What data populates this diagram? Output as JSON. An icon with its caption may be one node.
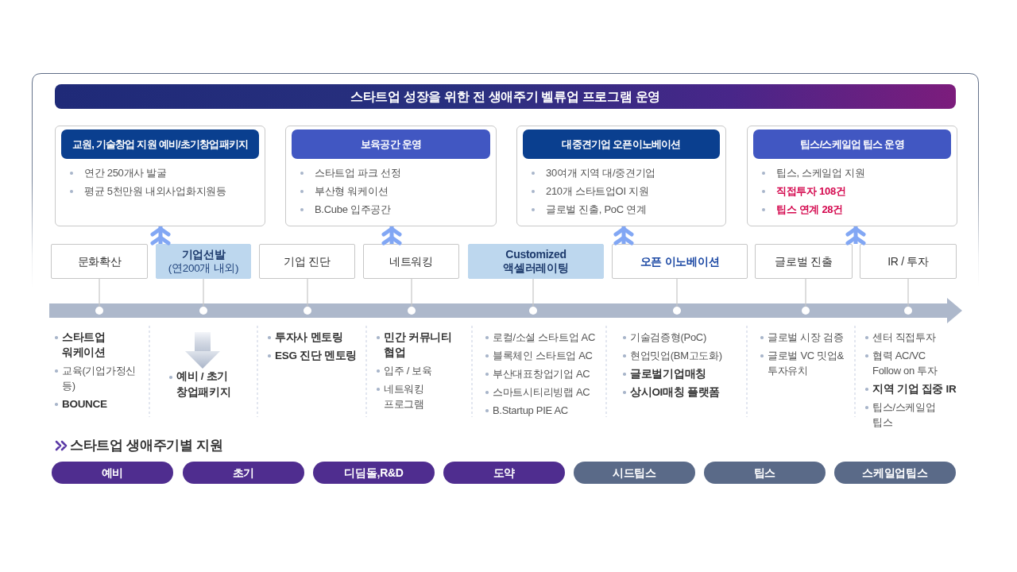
{
  "diagram": {
    "nodes": [
      {
        "text": [
          "스타트업 성장을 위한 전 생애주기 벨류업 프로그램 운영"
        ]
      },
      {
        "text": [
          "교원, 기술창업 지원 예비/초기창업패키지",
          "연간 250개사 발굴",
          "평균 5천만원 내외사업화지원등"
        ],
        "in": 0
      },
      {
        "text": [
          "보육공간 운영",
          "스타트업 파크 선정",
          "부산형 워케이션",
          "B.Cube 입주공간"
        ],
        "in": 0
      },
      {
        "text": [
          "대중견기업 오픈이노베이션",
          "30여개 지역 대/중견기업",
          "210개 스타트업OI 지원",
          "글로벌 진출, PoC 연계"
        ],
        "in": 0
      },
      {
        "text": [
          "팁스/스케일업 팁스 운영",
          "팁스, 스케일업 지원",
          "직접투자 108건",
          "팁스 연계 28건"
        ],
        "in": 0
      },
      {
        "text": [
          "문화확산"
        ],
        "in": 0
      },
      {
        "text": [
          "기업선발",
          "(연200개 내외)"
        ],
        "in": 0
      },
      {
        "text": [
          "기업 진단"
        ],
        "in": 0
      },
      {
        "text": [
          "네트워킹"
        ],
        "in": 0
      },
      {
        "text": [
          "Customized 액셀러레이팅"
        ],
        "in": 0
      },
      {
        "text": [
          "오픈 이노베이션"
        ],
        "in": 0
      },
      {
        "text": [
          "글로벌 진출"
        ],
        "in": 0
      },
      {
        "text": [
          "IR / 투자"
        ],
        "in": 0
      },
      {
        "text": [],
        "shape": "arrow"
      },
      {
        "text": [],
        "shape": "circle",
        "in": 13
      },
      {
        "text": [],
        "shape": "circle",
        "in": 13
      },
      {
        "text": [],
        "shape": "circle",
        "in": 13
      },
      {
        "text": [],
        "shape": "circle",
        "in": 13
      },
      {
        "text": [],
        "shape": "circle",
        "in": 13
      },
      {
        "text": [],
        "shape": "circle",
        "in": 13
      },
      {
        "text": [],
        "shape": "circle",
        "in": 13
      },
      {
        "text": [],
        "shape": "circle",
        "in": 13
      },
      {
        "text": [
          "예비 / 초기 창업패키지"
        ]
      },
      {
        "text": [
          "예비"
        ]
      },
      {
        "text": [
          "초기"
        ]
      },
      {
        "text": [
          "디딤돌,R&D"
        ]
      },
      {
        "text": [
          "도약"
        ]
      },
      {
        "text": [
          "시드팁스"
        ]
      },
      {
        "text": [
          "팁스"
        ]
      },
      {
        "text": [
          "스케일업팁스"
        ]
      }
    ],
    "edges": [
      {
        "from": 6,
        "to": 1,
        "arrow": "to",
        "style": "thick",
        "color": "#82a7f4"
      },
      {
        "from": 8,
        "to": 2,
        "arrow": "to",
        "style": "thick",
        "color": "#82a7f4"
      },
      {
        "from": 10,
        "to": 3,
        "arrow": "to",
        "style": "thick",
        "color": "#82a7f4"
      },
      {
        "from": 12,
        "to": 4,
        "arrow": "to",
        "style": "thick",
        "color": "#82a7f4"
      },
      {
        "from": 5,
        "to": 14,
        "arrow": "none"
      },
      {
        "from": 6,
        "to": 15,
        "arrow": "none"
      },
      {
        "from": 7,
        "to": 16,
        "arrow": "none"
      },
      {
        "from": 8,
        "to": 17,
        "arrow": "none"
      },
      {
        "from": 9,
        "to": 18,
        "arrow": "none"
      },
      {
        "from": 10,
        "to": 19,
        "arrow": "none"
      },
      {
        "from": 11,
        "to": 20,
        "arrow": "none"
      },
      {
        "from": 12,
        "to": 21,
        "arrow": "none"
      },
      {
        "from": null,
        "to": 22,
        "arrow": "to",
        "style": "thick",
        "color": "#aab5c9"
      }
    ],
    "labels": [
      "스타트업 워케이션",
      "교육(기업가정신 등)",
      "BOUNCE",
      "투자사 멘토링",
      "ESG 진단 멘토링",
      "민간 커뮤니티 협업",
      "입주 / 보육",
      "네트워킹 프로그램",
      "로컬/소셜 스타트업 AC",
      "블록체인 스타트업 AC",
      "부산대표창업기업 AC",
      "스마트시티리빙랩 AC",
      "B.Startup PIE AC",
      "기술검증형(PoC)",
      "현업밋업(BM고도화)",
      "글로벌기업매칭",
      "상시OI매칭 플랫폼",
      "글로벌 시장 검증",
      "글로벌 VC 밋업& 투자유치",
      "센터 직접투자",
      "협력 AC/VC Follow on 투자",
      "지역 기업 집중 IR",
      "팁스/스케일업 팁스",
      "스타트업 생애주기별 지원"
    ]
  }
}
